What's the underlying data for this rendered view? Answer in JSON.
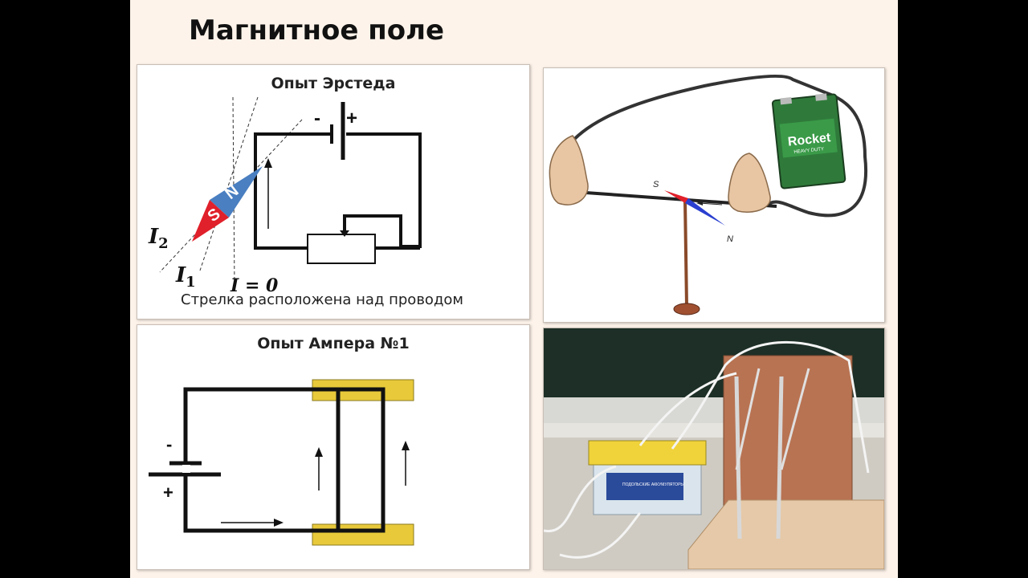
{
  "slide": {
    "title": "Магнитное поле"
  },
  "oersted": {
    "title": "Опыт Эрстеда",
    "caption": "Стрелка расположена над проводом",
    "minus": "-",
    "plus": "+",
    "needle_n": "N",
    "needle_s": "S",
    "label_i2": "I",
    "label_i2_sub": "2",
    "label_i1": "I",
    "label_i1_sub": "1",
    "label_i0": "I = 0"
  },
  "ampere": {
    "title": "Опыт Ампера №1",
    "minus": "-",
    "plus": "+"
  },
  "photo_oersted": {
    "battery_brand": "Rocket",
    "battery_sub": "HEAVY DUTY",
    "needle_s": "S",
    "needle_n": "N"
  },
  "photo_ampere": {
    "battery_label": "ПОДОЛЬСКИЕ АККУМУЛЯТОРЫ"
  },
  "colors": {
    "needle_n": "#4a7fc1",
    "needle_s": "#e0202a",
    "rail": "#e8c93a"
  }
}
